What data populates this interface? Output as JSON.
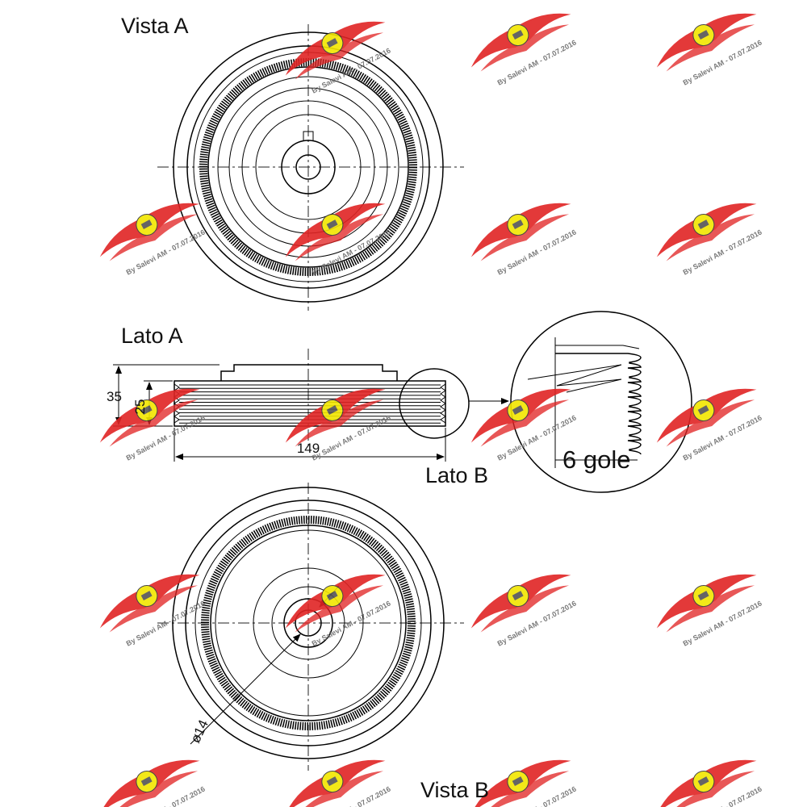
{
  "labels": {
    "vista_a": "Vista A",
    "lato_a": "Lato A",
    "lato_b": "Lato B",
    "vista_b": "Vista B",
    "gole": "6 gole"
  },
  "dimensions": {
    "height_total": "35",
    "height_belt": "25",
    "diameter": "149",
    "hole_diameter": "ø14"
  },
  "watermark": {
    "text": "By Salevi AM - 07.07.2016",
    "wing_color": "#e02424",
    "badge_color": "#f2e600"
  }
}
